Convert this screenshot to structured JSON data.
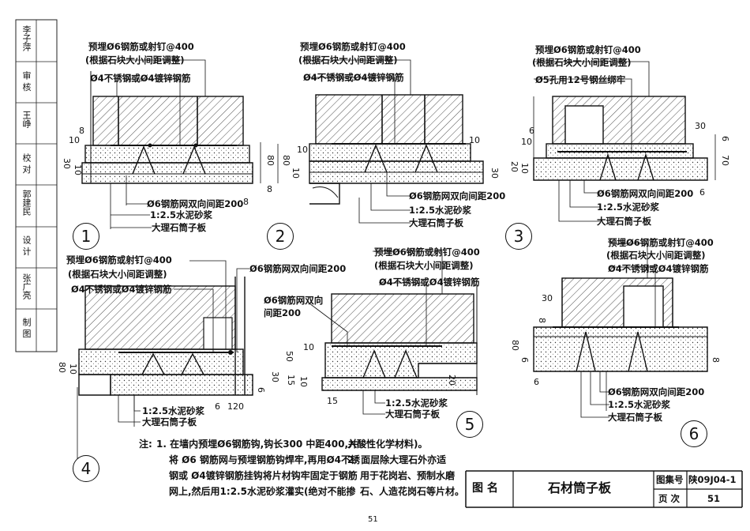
{
  "page_number": "51",
  "notes": {
    "prefix": "注:",
    "n1_line1": "1. 在墙内预埋Ø6钢筋钩,钩长300 中距400,并",
    "n1_line2": "将 Ø6 钢筋网与预埋钢筋钩焊牢,再用Ø4不锈",
    "n1_line3": "钢或 Ø4镀锌钢筋挂钩将片材钩牢固定于钢筋",
    "n1_line4": "网上,然后用1:2.5水泥砂浆灌实(绝对不能掺",
    "n1_line5": "入酸性化学材料)。",
    "n2_line1": "2. 面层除大理石外亦适",
    "n2_line2": "用于花岗岩、预制水磨",
    "n2_line3": "石、人造花岗石等片材。"
  },
  "title_block": {
    "label": "图    名",
    "name": "石材筒子板",
    "atlas_label": "图集号",
    "atlas_no": "陕09J04-1",
    "page_label": "页  次",
    "page_no": "51"
  },
  "side_block": {
    "r1": "李子萍",
    "r2": "审  核",
    "r3": "王峥",
    "r4": "校  对",
    "r5": "郭建民",
    "r6": "设  计",
    "r7": "张广亮",
    "r8": "制  图"
  },
  "labels": {
    "embed": "预埋Ø6钢筋或射钉@400",
    "embed_note": "(根据石块大小间距调整)",
    "hook": "Ø4不锈钢或Ø4镀锌钢筋",
    "wire": "Ø5孔用12号钢丝绑牢",
    "mesh": "Ø6钢筋网双向间距200",
    "mesh_a": "Ø6钢筋网双向",
    "mesh_b": "间距200",
    "mortar": "1:2.5水泥砂浆",
    "slab": "大理石筒子板"
  },
  "diagrams": [
    {
      "num": "1"
    },
    {
      "num": "2"
    },
    {
      "num": "3"
    },
    {
      "num": "4"
    },
    {
      "num": "5"
    },
    {
      "num": "6"
    }
  ],
  "dims": {
    "d10": "10",
    "d8": "8",
    "d30": "30",
    "d80": "80",
    "d6": "6",
    "d70": "70",
    "d20": "20",
    "d50": "50",
    "d15": "15",
    "d120": "120"
  }
}
